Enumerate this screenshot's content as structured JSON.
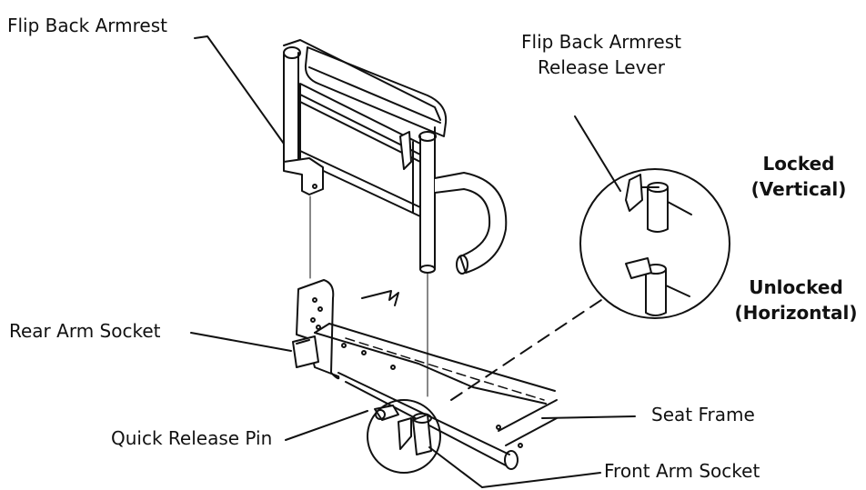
{
  "labels": {
    "flip_back_armrest": "Flip Back Armrest",
    "release_lever_line1": "Flip Back Armrest",
    "release_lever_line2": "Release Lever",
    "locked_line1": "Locked",
    "locked_line2": "(Vertical)",
    "unlocked_line1": "Unlocked",
    "unlocked_line2": "(Horizontal)",
    "rear_arm_socket": "Rear Arm Socket",
    "quick_release_pin": "Quick Release Pin",
    "seat_frame": "Seat Frame",
    "front_arm_socket": "Front Arm Socket"
  }
}
